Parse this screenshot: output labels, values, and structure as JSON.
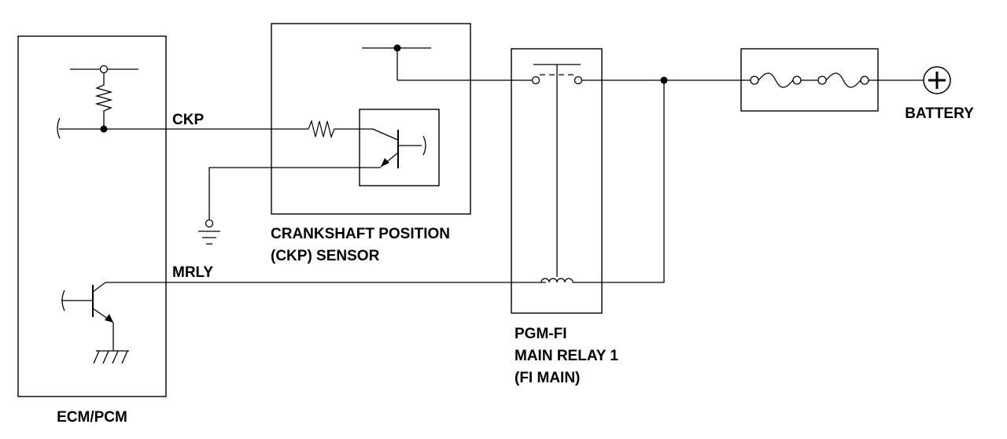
{
  "labels": {
    "ckp_wire": "CKP",
    "mrly_wire": "MRLY",
    "sensor_line1": "CRANKSHAFT POSITION",
    "sensor_line2": "(CKP) SENSOR",
    "relay_line1": "PGM-FI",
    "relay_line2": "MAIN RELAY 1",
    "relay_line3": "(FI MAIN)",
    "battery": "BATTERY",
    "ecm": "ECM/PCM"
  },
  "icons": [
    "resistor-icon",
    "npn-transistor-icon",
    "ground-icon",
    "relay-switch-icon",
    "relay-coil-icon",
    "fuse-icon",
    "battery-plus-icon"
  ]
}
